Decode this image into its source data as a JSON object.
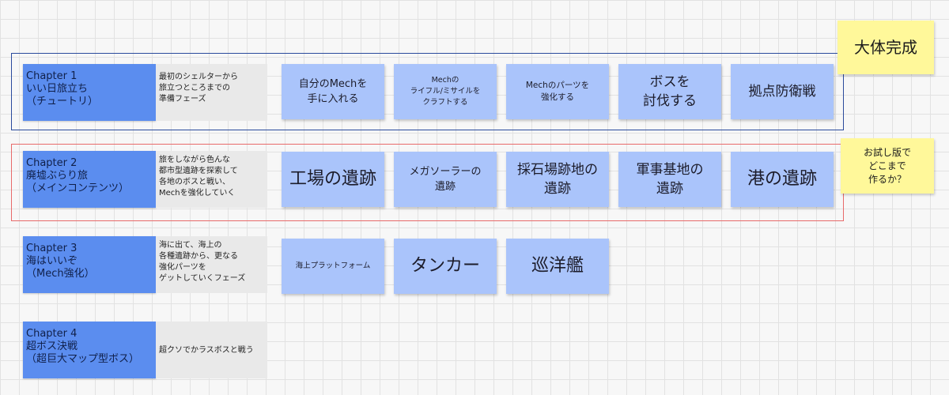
{
  "chapters": [
    {
      "title_lines": [
        "Chapter 1",
        "いい日旅立ち",
        "（チュートリ）"
      ],
      "desc_lines": [
        "最初のシェルターから",
        "旅立つところまでの",
        "準備フェーズ"
      ],
      "stickies": [
        {
          "lines": [
            "自分のMechを",
            "手に入れる"
          ]
        },
        {
          "lines": [
            "Mechの",
            "ライフル/ミサイルを",
            "クラフトする"
          ]
        },
        {
          "lines": [
            "Mechのパーツを",
            "強化する"
          ]
        },
        {
          "lines": [
            "ボスを",
            "討伐する"
          ]
        },
        {
          "lines": [
            "拠点防衛戦"
          ]
        }
      ]
    },
    {
      "title_lines": [
        "Chapter 2",
        "廃墟ぶらり旅",
        "（メインコンテンツ）"
      ],
      "desc_lines": [
        "旅をしながら色んな",
        "都市型遺跡を探索して",
        "各地のボスと戦い、",
        "Mechを強化していく"
      ],
      "stickies": [
        {
          "lines": [
            "工場の遺跡"
          ]
        },
        {
          "lines": [
            "メガソーラーの",
            "遺跡"
          ]
        },
        {
          "lines": [
            "採石場跡地の",
            "遺跡"
          ]
        },
        {
          "lines": [
            "軍事基地の",
            "遺跡"
          ]
        },
        {
          "lines": [
            "港の遺跡"
          ]
        }
      ]
    },
    {
      "title_lines": [
        "Chapter 3",
        "海はいいぞ",
        "（Mech強化）"
      ],
      "desc_lines": [
        "海に出て、海上の",
        "各種遺跡から、更なる",
        "強化パーツを",
        "ゲットしていくフェーズ"
      ],
      "stickies": [
        {
          "lines": [
            "海上プラットフォーム"
          ]
        },
        {
          "lines": [
            "タンカー"
          ]
        },
        {
          "lines": [
            "巡洋艦"
          ]
        }
      ]
    },
    {
      "title_lines": [
        "Chapter 4",
        "超ボス決戦",
        "（超巨大マップ型ボス）"
      ],
      "desc_lines": [
        "超クソでかラスボスと戦う"
      ],
      "stickies": []
    }
  ],
  "notes": {
    "done": [
      "大体完成"
    ],
    "trial": [
      "お試し版で",
      "どこまで",
      "作るか？"
    ]
  },
  "colors": {
    "chapter_bg": "#5b8def",
    "sticky_bg": "#aac4fb",
    "note_bg": "#fff89a",
    "frame_done": "#2a4a9c",
    "frame_trial": "#e86a6a"
  }
}
